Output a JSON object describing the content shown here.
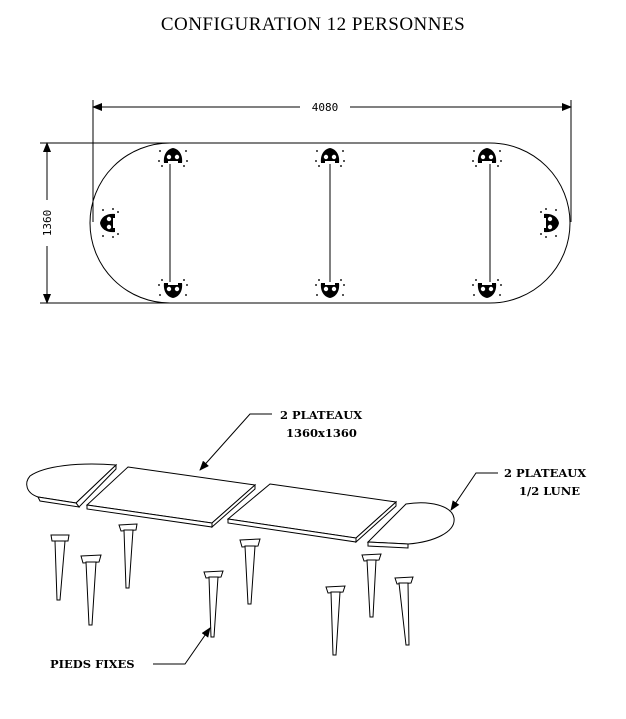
{
  "title": "CONFIGURATION 12 PERSONNES",
  "dimensions": {
    "length": "4080",
    "width": "1360"
  },
  "labels": {
    "square_tops_line1": "2 PLATEAUX",
    "square_tops_line2": "1360x1360",
    "half_moon_tops_line1": "2 PLATEAUX",
    "half_moon_tops_line2": "1/2 LUNE",
    "fixed_legs": "PIEDS FIXES"
  },
  "colors": {
    "ink": "#000000",
    "paper": "#ffffff",
    "chair_dots": "#222222"
  }
}
